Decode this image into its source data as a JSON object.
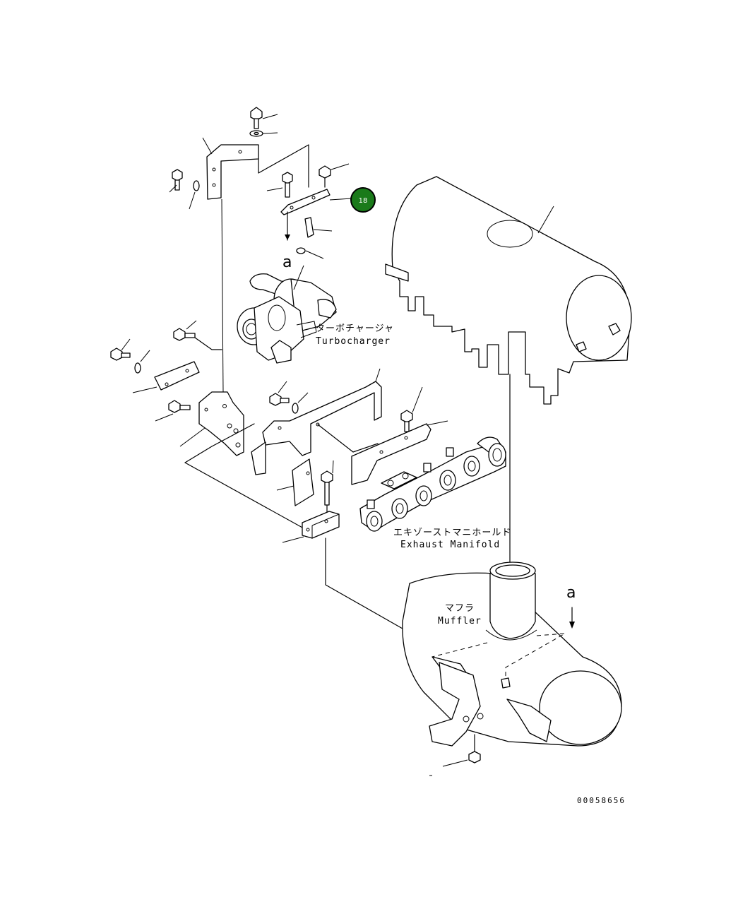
{
  "labels": {
    "turbocharger_jp": "ターボチャージャ",
    "turbocharger_en": "Turbocharger",
    "manifold_jp": "エキゾーストマニホールド",
    "manifold_en": "Exhaust Manifold",
    "muffler_jp": "マフラ",
    "muffler_en": "Muffler",
    "view_marker_top": "a",
    "view_marker_bottom": "a",
    "drawing_number": "00058656"
  },
  "callout": {
    "number": "18",
    "color": "#1a7a1a"
  }
}
